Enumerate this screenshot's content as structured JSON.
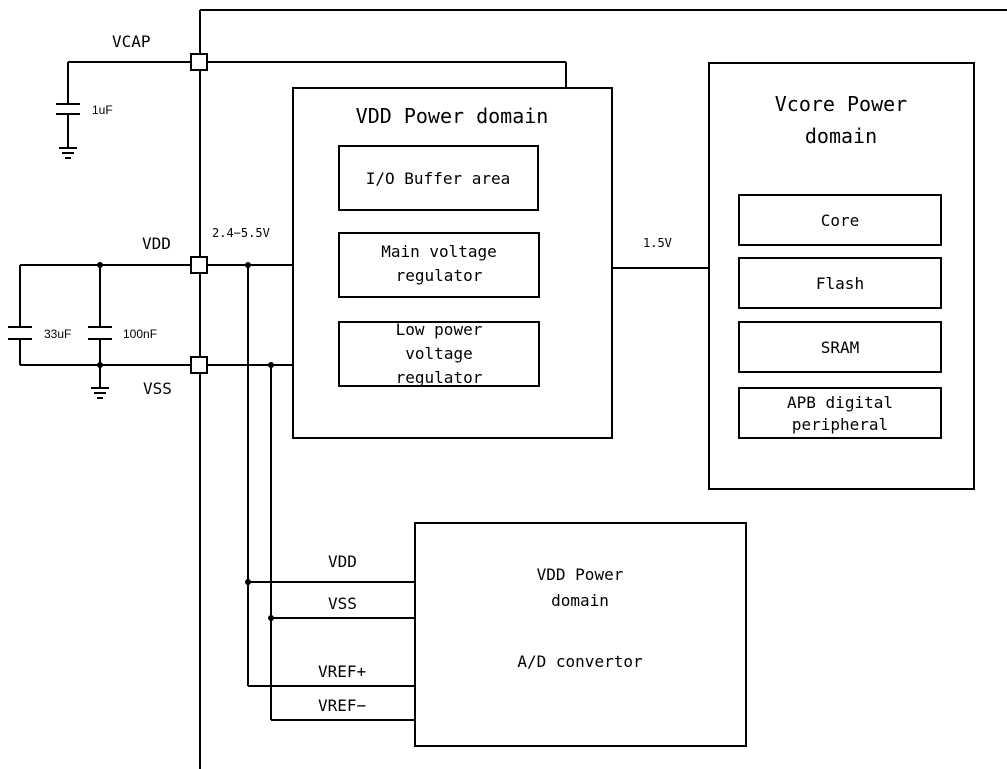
{
  "pins": {
    "vcap": "VCAP",
    "vdd": "VDD",
    "vss": "VSS"
  },
  "capacitors": {
    "c_vcap": "1uF",
    "c_bulk": "33uF",
    "c_decoupling": "100nF"
  },
  "voltages": {
    "supply_range": "2.4−5.5V",
    "core_voltage": "1.5V"
  },
  "vdd_domain": {
    "title": "VDD Power domain",
    "io_buffer": "I/O Buffer area",
    "main_regulator": [
      "Main voltage",
      "regulator"
    ],
    "lowpower_regulator": [
      "Low power",
      "voltage",
      "regulator"
    ]
  },
  "vcore_domain": {
    "title": [
      "Vcore Power",
      "domain"
    ],
    "core": "Core",
    "flash": "Flash",
    "sram": "SRAM",
    "apb": [
      "APB digital",
      "peripheral"
    ]
  },
  "adc_domain": {
    "title": [
      "VDD Power",
      "domain"
    ],
    "function": "A/D convertor",
    "pins": {
      "vdd": "VDD",
      "vss": "VSS",
      "vref_plus": "VREF+",
      "vref_minus": "VREF−"
    }
  }
}
